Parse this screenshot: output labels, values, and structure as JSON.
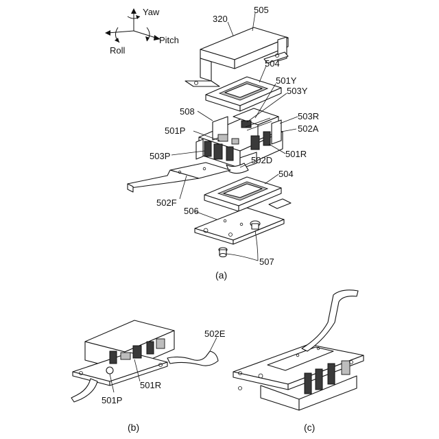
{
  "axes": {
    "yaw": "Yaw",
    "pitch": "Pitch",
    "roll": "Roll"
  },
  "labels": {
    "l320": "320",
    "l505": "505",
    "l504a": "504",
    "l501Y": "501Y",
    "l503Y": "503Y",
    "l508": "508",
    "l503R": "503R",
    "l502A": "502A",
    "l501P": "501P",
    "l503P": "503P",
    "l501R": "501R",
    "l502D": "502D",
    "l504b": "504",
    "l502F": "502F",
    "l506": "506",
    "l507": "507",
    "b501R": "501R",
    "b501P": "501P",
    "b502E": "502E"
  },
  "captions": {
    "a": "(a)",
    "b": "(b)",
    "c": "(c)"
  }
}
